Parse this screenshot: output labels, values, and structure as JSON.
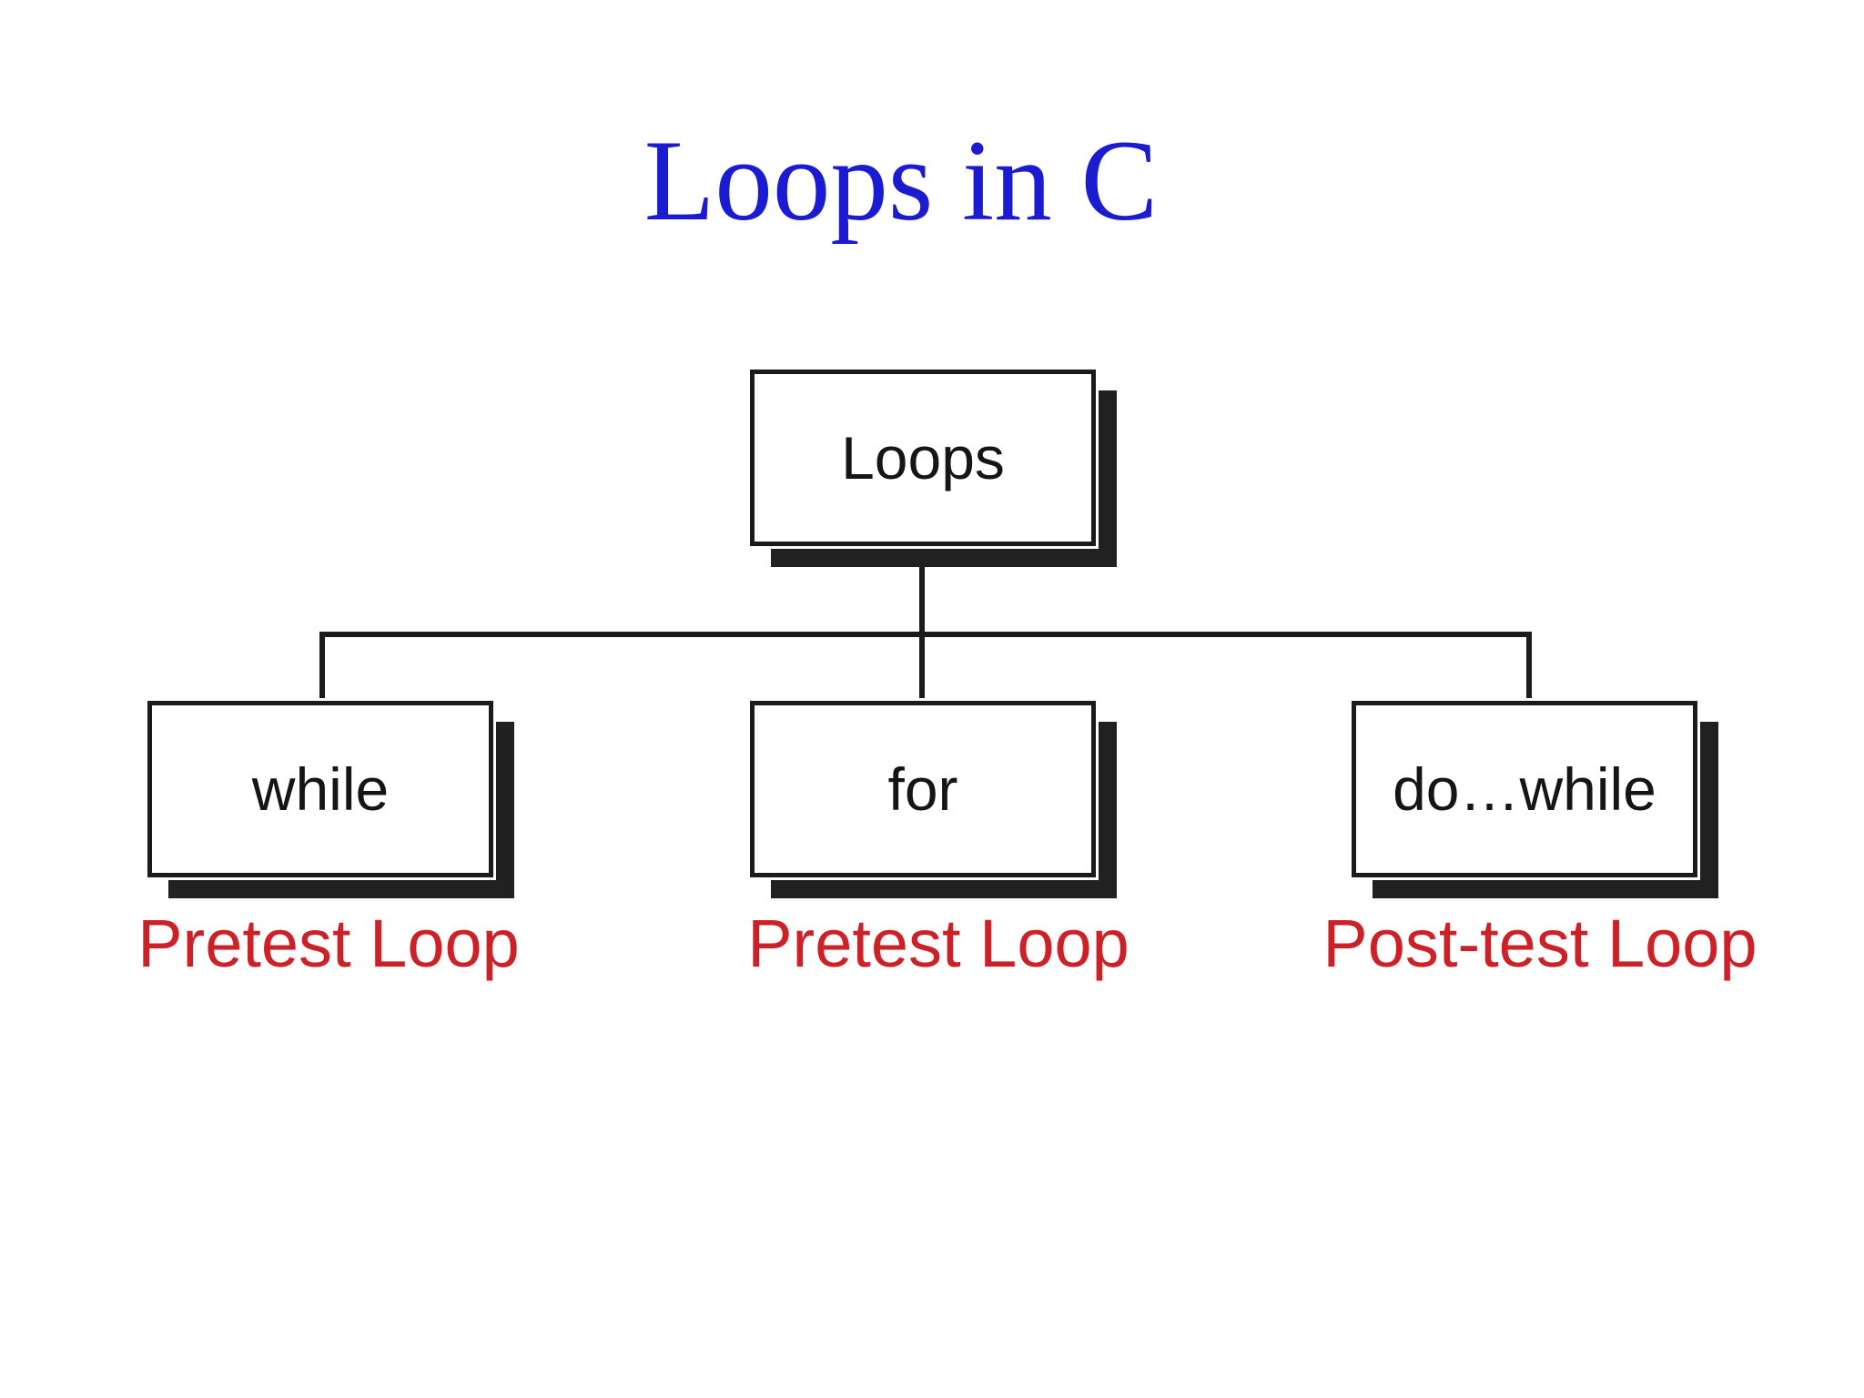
{
  "slide": {
    "title": "Loops in C"
  },
  "colors": {
    "title_blue": "#1b1bd2",
    "caption_red": "#cc2127",
    "line_black": "#1b1b1b",
    "shadow_dark": "#212121",
    "box_fill": "#ffffff",
    "background": "#ffffff"
  },
  "diagram": {
    "root": {
      "label": "Loops"
    },
    "children": [
      {
        "label": "while",
        "caption": "Pretest Loop"
      },
      {
        "label": "for",
        "caption": "Pretest Loop"
      },
      {
        "label": "do…while",
        "caption": "Post-test Loop"
      }
    ]
  }
}
